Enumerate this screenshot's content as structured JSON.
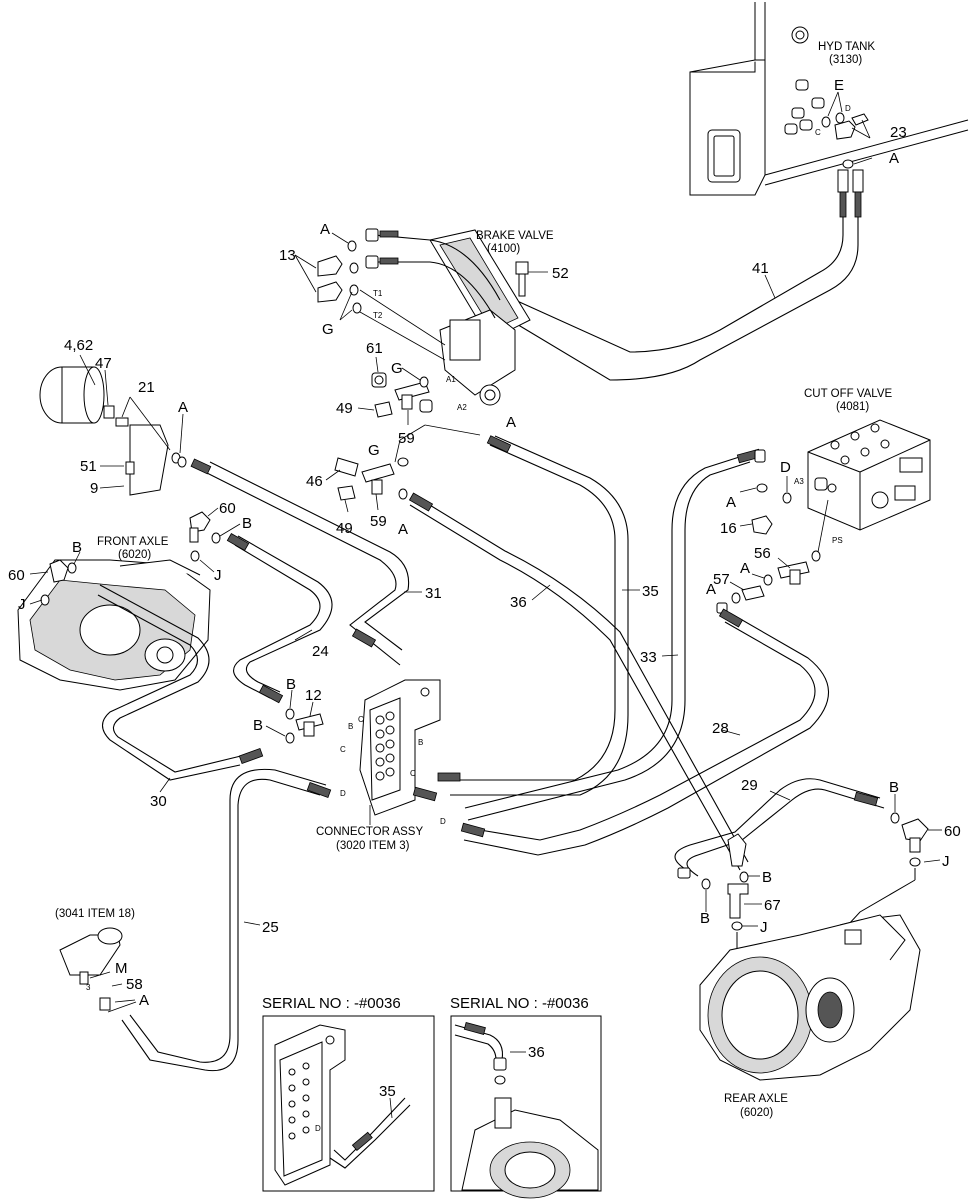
{
  "components": {
    "hyd_tank": {
      "name": "HYD TANK",
      "code": "(3130)"
    },
    "brake_valve": {
      "name": "BRAKE VALVE",
      "code": "(4100)"
    },
    "cut_off_valve": {
      "name": "CUT OFF VALVE",
      "code": "(4081)"
    },
    "front_axle": {
      "name": "FRONT AXLE",
      "code": "(6020)"
    },
    "rear_axle": {
      "name": "REAR AXLE",
      "code": "(6020)"
    },
    "connector_assy": {
      "name": "CONNECTOR ASSY",
      "code": "(3020 ITEM 3)"
    },
    "ref_3041": {
      "name": "(3041 ITEM 18)"
    }
  },
  "insets": [
    {
      "title": "SERIAL NO : -#0036"
    },
    {
      "title": "SERIAL NO : -#0036"
    }
  ],
  "part_labels": {
    "p4_62": "4,62",
    "p47": "47",
    "p21": "21",
    "pA_acc": "A",
    "p51": "51",
    "p9": "9",
    "p13": "13",
    "pA_bv": "A",
    "pG_bv1": "G",
    "pG_bv2": "G",
    "p61": "61",
    "p49a": "49",
    "p59a": "59",
    "pA_bv2": "A",
    "pG3": "G",
    "p46": "46",
    "p49b": "49",
    "p59b": "59",
    "pA3": "A",
    "p52": "52",
    "p41": "41",
    "pE": "E",
    "p23": "23",
    "pA_tank": "A",
    "p60a": "60",
    "pB_fa": "B",
    "pJ_fa": "J",
    "pB_fl": "B",
    "p60b": "60",
    "pJ_fl": "J",
    "p31": "31",
    "p24": "24",
    "pB_12": "B",
    "p12": "12",
    "pB_12b": "B",
    "p30": "30",
    "p36": "36",
    "p35": "35",
    "pD_cov": "D",
    "pA_cov": "A",
    "p16": "16",
    "p56": "56",
    "pA_56": "A",
    "p57": "57",
    "pA_57": "A",
    "p33": "33",
    "p28": "28",
    "p29": "29",
    "pB_ra": "B",
    "p60c": "60",
    "pJ_ra": "J",
    "pB_67a": "B",
    "pB_67b": "B",
    "p67": "67",
    "pJ_67": "J",
    "p25": "25",
    "pM": "M",
    "p58": "58",
    "pA_58": "A",
    "p35_inset": "35",
    "p36_inset": "36"
  },
  "port_labels": {
    "T1": "T1",
    "T2": "T2",
    "A1": "A1",
    "A2": "A2",
    "A3": "A3",
    "PS": "PS",
    "C": "C",
    "D": "D",
    "B_conn": "B",
    "C_conn1": "C",
    "C_conn2": "C",
    "D_conn": "D",
    "B_conn2": "B",
    "C_conn3": "C",
    "D_conn2": "D",
    "D_inset": "D",
    "n3": "3"
  }
}
